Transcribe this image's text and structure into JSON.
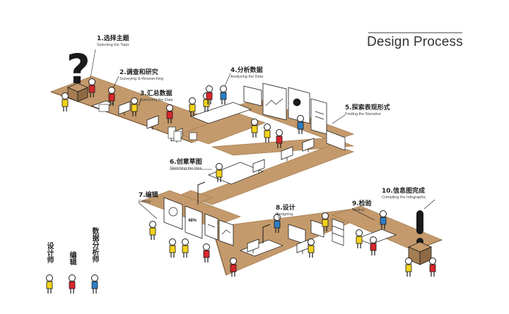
{
  "title": "Design Process",
  "colors": {
    "floor": "#c49a6c",
    "floor_edge": "#a57d52",
    "red": "#d8262b",
    "yellow": "#f2d21b",
    "blue": "#2e7ec3",
    "ink": "#1a1a1a"
  },
  "steps": [
    {
      "zh": "1.选择主题",
      "en": "Selecting the Topic"
    },
    {
      "zh": "2.调查和研究",
      "en": "Surveying & Researching"
    },
    {
      "zh": "3.汇总数据",
      "en": "Gathering the Data"
    },
    {
      "zh": "4.分析数据",
      "en": "Analyzing the Data"
    },
    {
      "zh": "5.探索表现形式",
      "en": "Finding the Narrative"
    },
    {
      "zh": "6.创意草图",
      "en": "Sketching the Idea"
    },
    {
      "zh": "7.编辑",
      "en": "Editing"
    },
    {
      "zh": "8.设计",
      "en": "Designing"
    },
    {
      "zh": "9.检验",
      "en": "Testing"
    },
    {
      "zh": "10.信息图完成",
      "en": "Compiling the Infographic"
    }
  ],
  "legend": [
    {
      "label": "设计师",
      "color": "yellow"
    },
    {
      "label": "编辑",
      "color": "red"
    },
    {
      "label": "数据分析师",
      "color": "blue"
    }
  ],
  "icons": [
    "question-mark-icon",
    "exclamation-mark-icon"
  ],
  "posters": {
    "percent_label": "48%"
  }
}
